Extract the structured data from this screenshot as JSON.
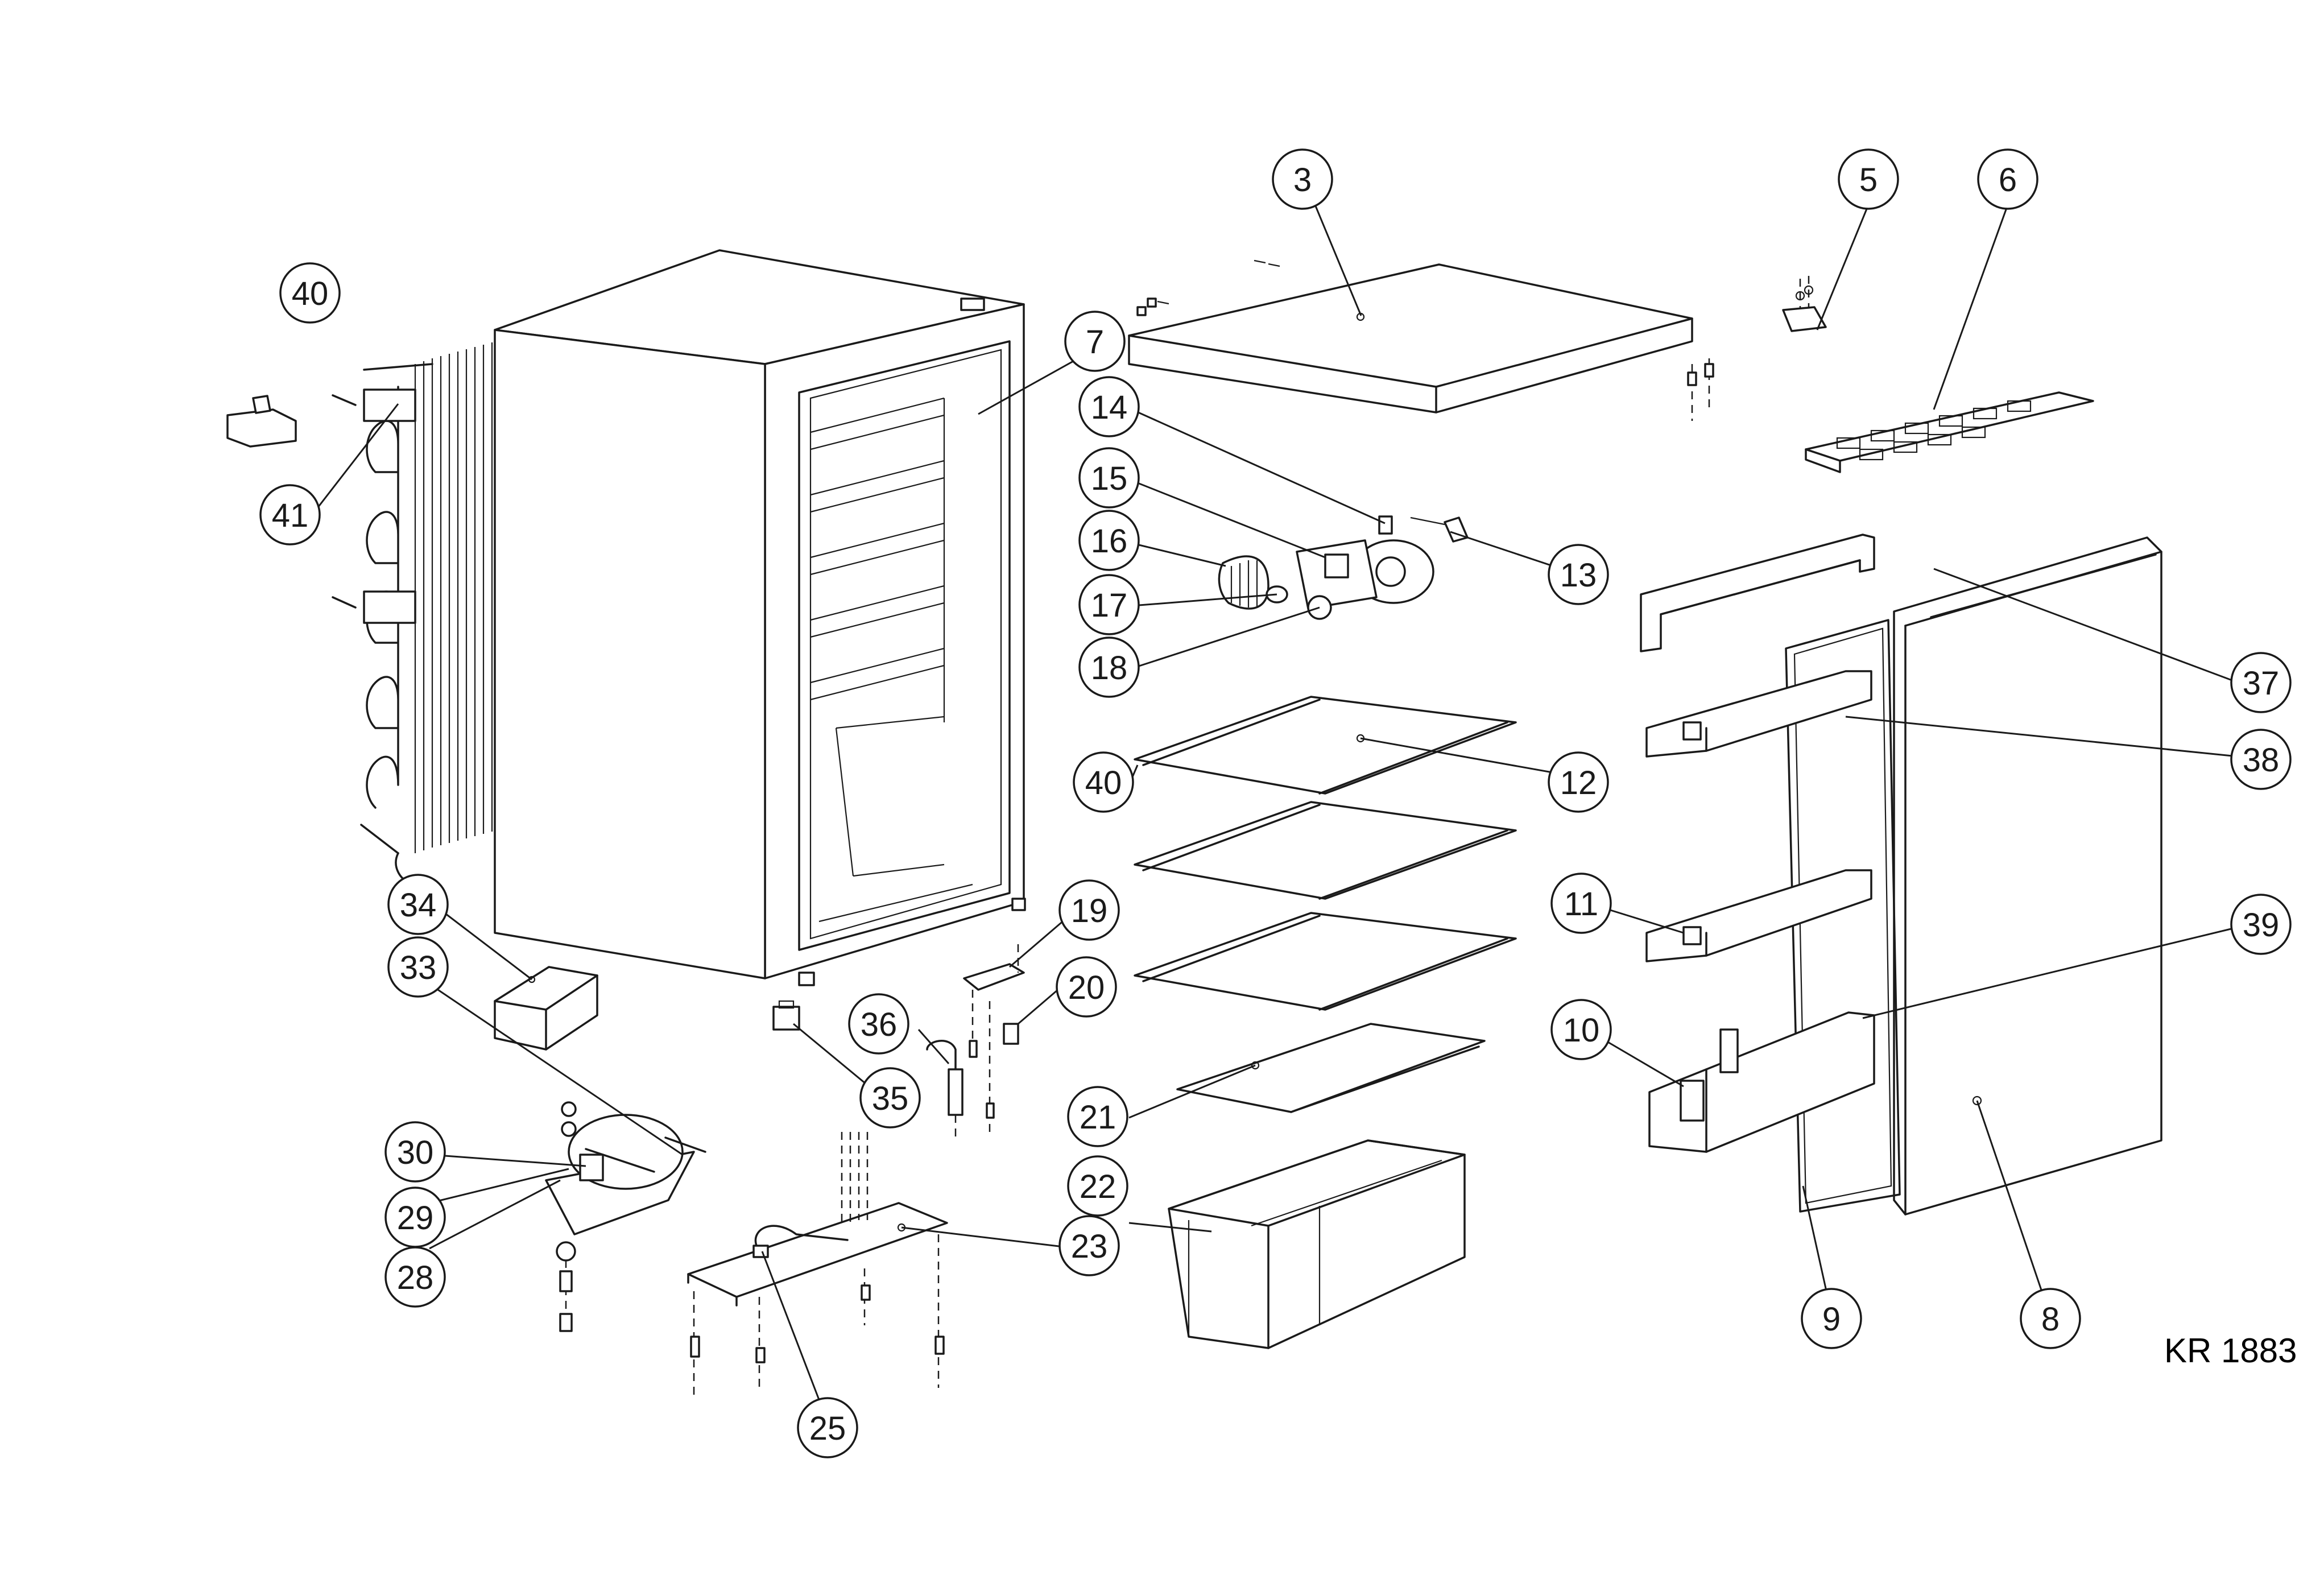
{
  "diagram": {
    "model_code": "KR 1883",
    "callouts": [
      {
        "id": "c3",
        "label": "3"
      },
      {
        "id": "c5",
        "label": "5"
      },
      {
        "id": "c6",
        "label": "6"
      },
      {
        "id": "c7",
        "label": "7"
      },
      {
        "id": "c8",
        "label": "8"
      },
      {
        "id": "c9",
        "label": "9"
      },
      {
        "id": "c10",
        "label": "10"
      },
      {
        "id": "c11",
        "label": "11"
      },
      {
        "id": "c12",
        "label": "12"
      },
      {
        "id": "c13",
        "label": "13"
      },
      {
        "id": "c14",
        "label": "14"
      },
      {
        "id": "c15",
        "label": "15"
      },
      {
        "id": "c16",
        "label": "16"
      },
      {
        "id": "c17",
        "label": "17"
      },
      {
        "id": "c18",
        "label": "18"
      },
      {
        "id": "c19",
        "label": "19"
      },
      {
        "id": "c20",
        "label": "20"
      },
      {
        "id": "c21",
        "label": "21"
      },
      {
        "id": "c22",
        "label": "22"
      },
      {
        "id": "c23",
        "label": "23"
      },
      {
        "id": "c25",
        "label": "25"
      },
      {
        "id": "c28",
        "label": "28"
      },
      {
        "id": "c29",
        "label": "29"
      },
      {
        "id": "c30",
        "label": "30"
      },
      {
        "id": "c33",
        "label": "33"
      },
      {
        "id": "c34",
        "label": "34"
      },
      {
        "id": "c35",
        "label": "35"
      },
      {
        "id": "c36",
        "label": "36"
      },
      {
        "id": "c37",
        "label": "37"
      },
      {
        "id": "c38",
        "label": "38"
      },
      {
        "id": "c39",
        "label": "39"
      },
      {
        "id": "c40a",
        "label": "40"
      },
      {
        "id": "c40b",
        "label": "40"
      },
      {
        "id": "c41",
        "label": "41"
      }
    ]
  }
}
